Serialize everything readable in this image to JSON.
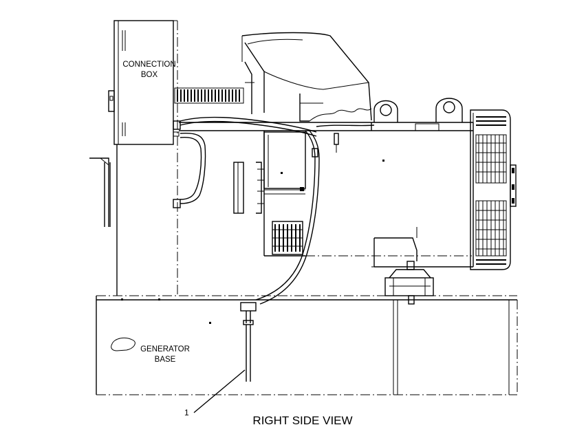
{
  "diagram": {
    "labels": {
      "connection_box_line1": "CONNECTION",
      "connection_box_line2": "BOX",
      "generator_base_line1": "GENERATOR",
      "generator_base_line2": "BASE",
      "callout_1": "1",
      "view_title": "RIGHT SIDE VIEW"
    },
    "colors": {
      "line": "#000000",
      "background": "#ffffff"
    }
  }
}
